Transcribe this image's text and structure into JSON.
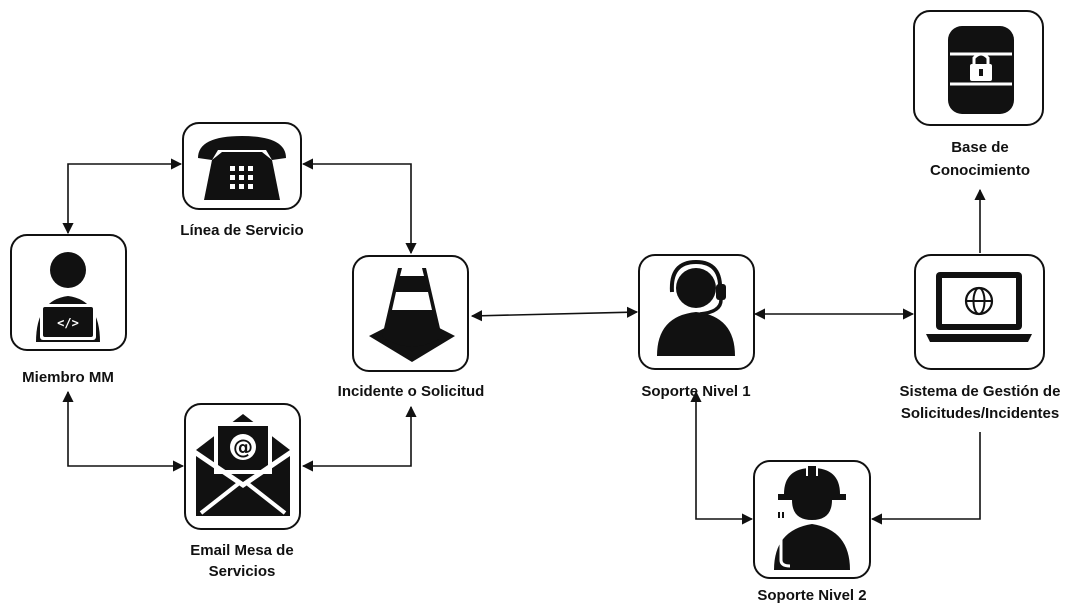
{
  "nodes": {
    "miembro": {
      "label": "Miembro MM",
      "icon": "developer-laptop-icon"
    },
    "linea": {
      "label": "Línea de Servicio",
      "icon": "desk-phone-icon"
    },
    "email": {
      "label_line1": "Email Mesa de",
      "label_line2": "Servicios",
      "icon": "email-envelope-icon"
    },
    "incidente": {
      "label": "Incidente o Solicitud",
      "icon": "traffic-cone-icon"
    },
    "soporte1": {
      "label": "Soporte Nivel 1",
      "icon": "headset-agent-icon"
    },
    "sistema": {
      "label_line1": "Sistema de Gestión de",
      "label_line2": "Solicitudes/Incidentes",
      "icon": "laptop-globe-icon"
    },
    "base": {
      "label_line1": "Base de",
      "label_line2": "Conocimiento",
      "icon": "secure-database-icon"
    },
    "soporte2": {
      "label": "Soporte Nivel 2",
      "icon": "electrician-worker-icon"
    }
  },
  "connections": [
    {
      "from": "Miembro MM",
      "to": "Línea de Servicio",
      "arrows": "both"
    },
    {
      "from": "Línea de Servicio",
      "to": "Incidente o Solicitud",
      "arrows": "both"
    },
    {
      "from": "Miembro MM",
      "to": "Email Mesa de Servicios",
      "arrows": "both"
    },
    {
      "from": "Email Mesa de Servicios",
      "to": "Incidente o Solicitud",
      "arrows": "both"
    },
    {
      "from": "Incidente o Solicitud",
      "to": "Soporte Nivel 1",
      "arrows": "both"
    },
    {
      "from": "Soporte Nivel 1",
      "to": "Sistema de Gestión de Solicitudes/Incidentes",
      "arrows": "both"
    },
    {
      "from": "Sistema de Gestión de Solicitudes/Incidentes",
      "to": "Base de Conocimiento",
      "arrows": "to"
    },
    {
      "from": "Sistema de Gestión de Solicitudes/Incidentes",
      "to": "Soporte Nivel 2",
      "arrows": "to"
    },
    {
      "from": "Soporte Nivel 1",
      "to": "Soporte Nivel 2",
      "arrows": "both"
    }
  ],
  "colors": {
    "ink": "#111111",
    "background": "#ffffff"
  }
}
